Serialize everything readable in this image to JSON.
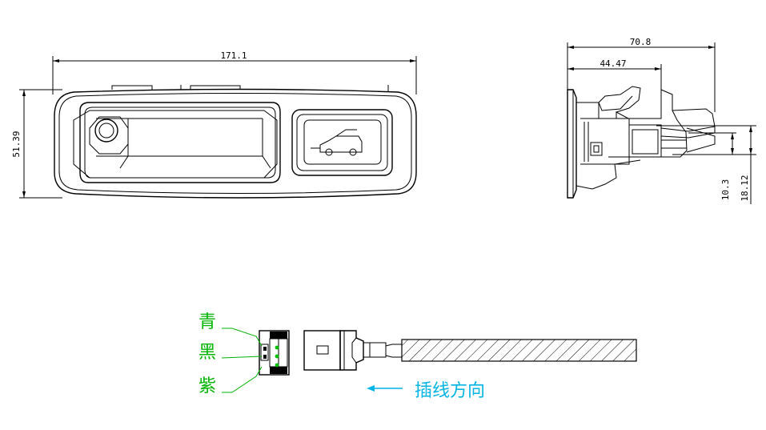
{
  "dimensions": {
    "front_width": "171.1",
    "front_height": "51.39",
    "side_depth_total": "70.8",
    "side_depth_partial": "44.47",
    "side_offset_small": "10.3",
    "side_offset_large": "18.12"
  },
  "wires": {
    "colors": {
      "green": "#00b400",
      "cyan": "#00b4e6"
    },
    "items": [
      {
        "label": "青"
      },
      {
        "label": "黑"
      },
      {
        "label": "紫"
      }
    ]
  },
  "direction": {
    "label": "插线方向",
    "arrow": "←"
  }
}
